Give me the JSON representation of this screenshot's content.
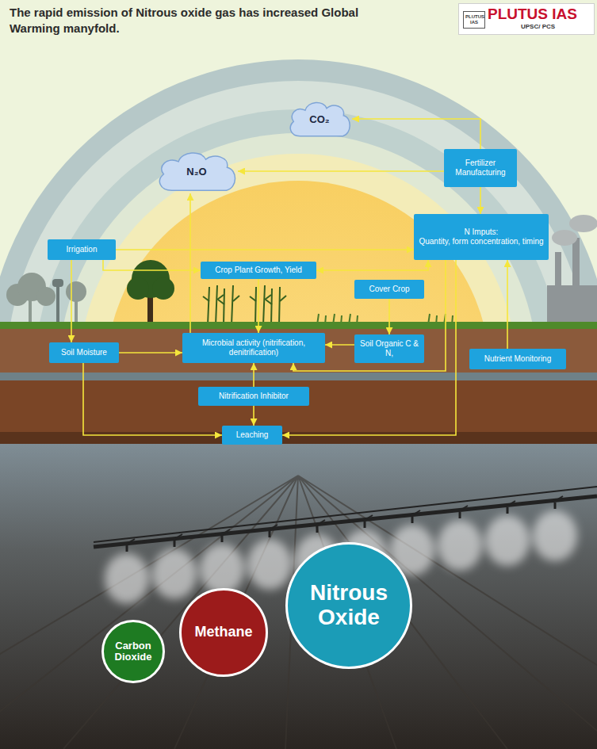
{
  "diagram": {
    "title": "The rapid emission of Nitrous oxide gas has increased Global Warming manyfold.",
    "nodes": [
      {
        "text": [
          "CO₂"
        ]
      },
      {
        "text": [
          "N₂O"
        ]
      },
      {
        "text": [
          "Fertilizer Manufacturing"
        ]
      },
      {
        "text": [
          "Irrigation"
        ]
      },
      {
        "text": [
          "N Imputs:",
          "Quantity, form concentration, timing"
        ]
      },
      {
        "text": [
          "Crop Plant Growth, Yield"
        ]
      },
      {
        "text": [
          "Cover Crop"
        ]
      },
      {
        "text": [
          "Soil Moisture"
        ]
      },
      {
        "text": [
          "Microbial activity (nitrification, denitrification)"
        ]
      },
      {
        "text": [
          "Soil Organic C & N,"
        ]
      },
      {
        "text": [
          "Nutrient Monitoring"
        ]
      },
      {
        "text": [
          "Nitrification Inhibitor"
        ]
      },
      {
        "text": [
          "Leaching"
        ]
      },
      {
        "text": [
          "Carbon Dioxide"
        ]
      },
      {
        "text": [
          "Methane"
        ]
      },
      {
        "text": [
          "Nitrous Oxide"
        ]
      }
    ],
    "edges": [
      {
        "from": 2,
        "to": 0,
        "arrow": "to"
      },
      {
        "from": 2,
        "to": 1,
        "arrow": "to"
      },
      {
        "from": 2,
        "to": 4,
        "arrow": "to"
      },
      {
        "from": 3,
        "to": 4,
        "arrow": "to"
      },
      {
        "from": 3,
        "to": 7,
        "arrow": "to"
      },
      {
        "from": 3,
        "to": 5,
        "arrow": "to"
      },
      {
        "from": 5,
        "to": 4,
        "arrow": "both"
      },
      {
        "from": 5,
        "to": 8,
        "arrow": "to"
      },
      {
        "from": 8,
        "to": 1,
        "arrow": "to"
      },
      {
        "from": 7,
        "to": 8,
        "arrow": "to"
      },
      {
        "from": 7,
        "to": 12,
        "arrow": "to"
      },
      {
        "from": 6,
        "to": 9,
        "arrow": "to"
      },
      {
        "from": 9,
        "to": 8,
        "arrow": "to"
      },
      {
        "from": 4,
        "to": 8,
        "arrow": "to"
      },
      {
        "from": 4,
        "to": 12,
        "arrow": "to"
      },
      {
        "from": 10,
        "to": 4,
        "arrow": "to"
      },
      {
        "from": 11,
        "to": 8,
        "arrow": "to"
      },
      {
        "from": 11,
        "to": 12,
        "arrow": "to"
      }
    ],
    "labels": [
      "PLUTUS IAS",
      "PLUTUS IAS",
      "UPSC/ PCS"
    ]
  }
}
